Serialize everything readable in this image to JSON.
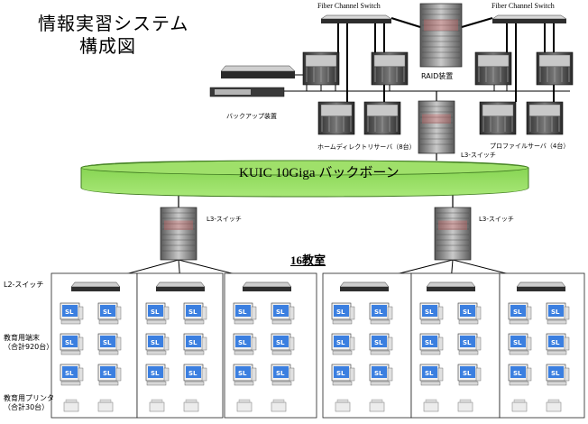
{
  "title": {
    "line1": "情報実習システム",
    "line2": "構成図"
  },
  "labels": {
    "fc_left": "Fiber Channel Switch",
    "fc_right": "Fiber Channel Switch",
    "raid": "RAID装置",
    "backup": "バックアップ装置",
    "home_dir": "ホームディレクトリサーバ（8台）",
    "profile": "プロファイルサーバ（4台）",
    "l3_top": "L3-スイッチ",
    "backbone": "KUIC 10Giga バックボーン",
    "l3_left": "L3-スイッチ",
    "l3_right": "L3-スイッチ",
    "classrooms": "16教室",
    "l2": "L2-スイッチ",
    "terminals": [
      "教育用端末",
      "（合計920台）"
    ],
    "printers": [
      "教育用プリンタ",
      "（合計30台）"
    ],
    "monitor_text": "SL"
  },
  "colors": {
    "backbone_fill": "#9fe06a",
    "backbone_stroke": "#3f7a20",
    "server_dark": "#3a3a3a",
    "server_light": "#bdbdbd",
    "monitor_screen": "#3b7fe0"
  }
}
